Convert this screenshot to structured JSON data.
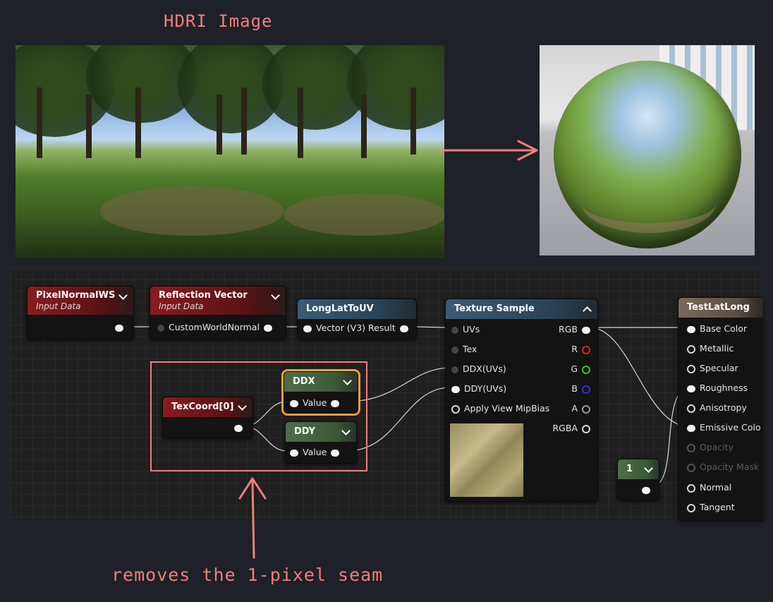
{
  "title": "HDRI Image",
  "annotation": "removes the 1-pixel seam",
  "colors": {
    "annotation": "#f07f7f",
    "selected_outline": "#e9a03a",
    "graph_bg": "#1f1f1f"
  },
  "nodes": {
    "pixel_normal": {
      "title": "PixelNormalWS",
      "subtitle": "Input Data"
    },
    "reflection": {
      "title": "Reflection Vector",
      "subtitle": "Input Data",
      "input": "CustomWorldNormal"
    },
    "longlat": {
      "title": "LongLatToUV",
      "pin": "Vector (V3) Result"
    },
    "texture_sample": {
      "title": "Texture Sample",
      "inputs": [
        "UVs",
        "Tex",
        "DDX(UVs)",
        "DDY(UVs)",
        "Apply View MipBias"
      ],
      "outputs": [
        "RGB",
        "R",
        "G",
        "B",
        "A",
        "RGBA"
      ]
    },
    "texcoord": {
      "title": "TexCoord[0]"
    },
    "ddx": {
      "title": "DDX",
      "pin": "Value"
    },
    "ddy": {
      "title": "DDY",
      "pin": "Value"
    },
    "const": {
      "title": "1"
    },
    "result": {
      "title": "TestLatLong",
      "pins": [
        "Base Color",
        "Metallic",
        "Specular",
        "Roughness",
        "Anisotropy",
        "Emissive Colo",
        "Opacity",
        "Opacity Mask",
        "Normal",
        "Tangent"
      ]
    }
  }
}
